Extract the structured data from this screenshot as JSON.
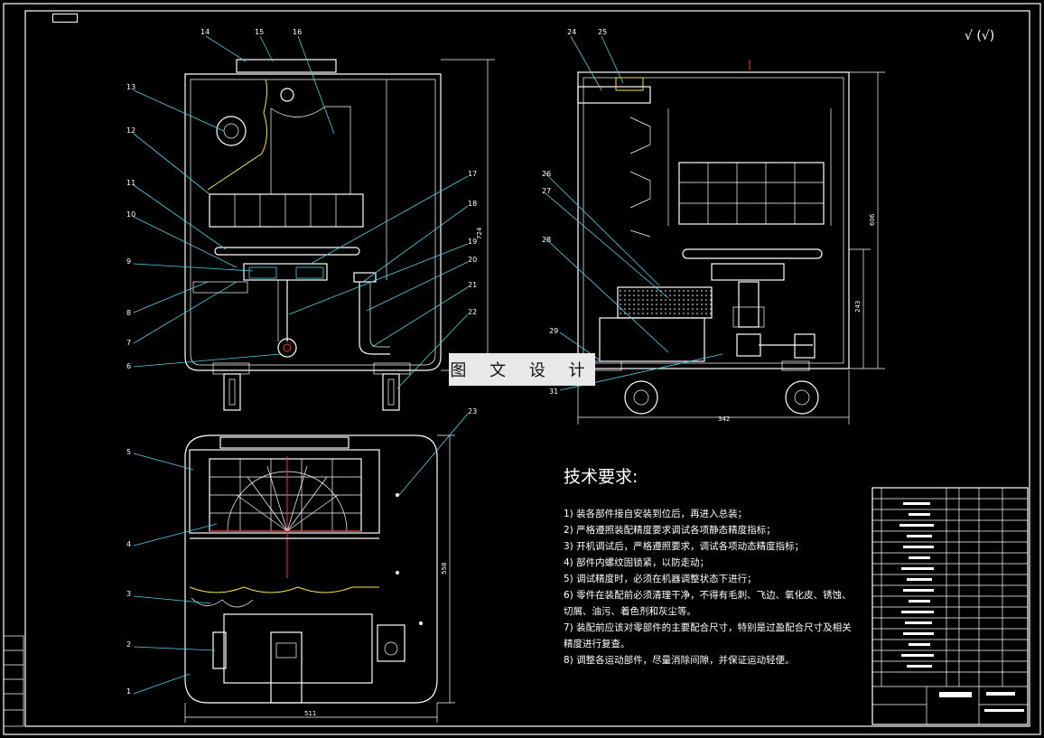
{
  "sheet": {
    "watermark": "图 文 设 计",
    "roughness": "√ (√)",
    "title_block_note": "总装配图"
  },
  "part_labels": [
    "14",
    "15",
    "16",
    "13",
    "12",
    "11",
    "10",
    "9",
    "8",
    "7",
    "6",
    "17",
    "18",
    "19",
    "20",
    "21",
    "22",
    "24",
    "25",
    "26",
    "27",
    "28",
    "29",
    "31",
    "23",
    "5",
    "4",
    "3",
    "2",
    "1"
  ],
  "dimensions": {
    "front_height": "724",
    "side_height": "606",
    "side_lower_height": "243",
    "side_width": "342",
    "top_width": "511",
    "top_height": "558"
  },
  "technical_requirements": {
    "title": "技术要求:",
    "items": [
      "1) 装各部件接自安装到位后，再进入总装；",
      "2) 严格遵照装配精度要求调试各项静态精度指标；",
      "3) 开机调试后，严格遵照要求，调试各项动态精度指标；",
      "4) 部件内螺纹固锁紧，以防走动；",
      "5) 调试精度时，必须在机器调整状态下进行；",
      "6) 零件在装配前必须清理干净，不得有毛刺、飞边、氧化皮、锈蚀、",
      "切屑、油污、着色剂和灰尘等。",
      "7) 装配前应该对零部件的主要配合尺寸，特别是过盈配合尺寸及相关",
      "精度进行复查。",
      "8) 调整各运动部件，尽量消除间隙，并保证运动轻便。"
    ]
  },
  "colors": {
    "background": "#000000",
    "line": "#ffffff",
    "leader": "#4fd1e8",
    "accent": "#f2e34a",
    "center": "#ff3030"
  }
}
